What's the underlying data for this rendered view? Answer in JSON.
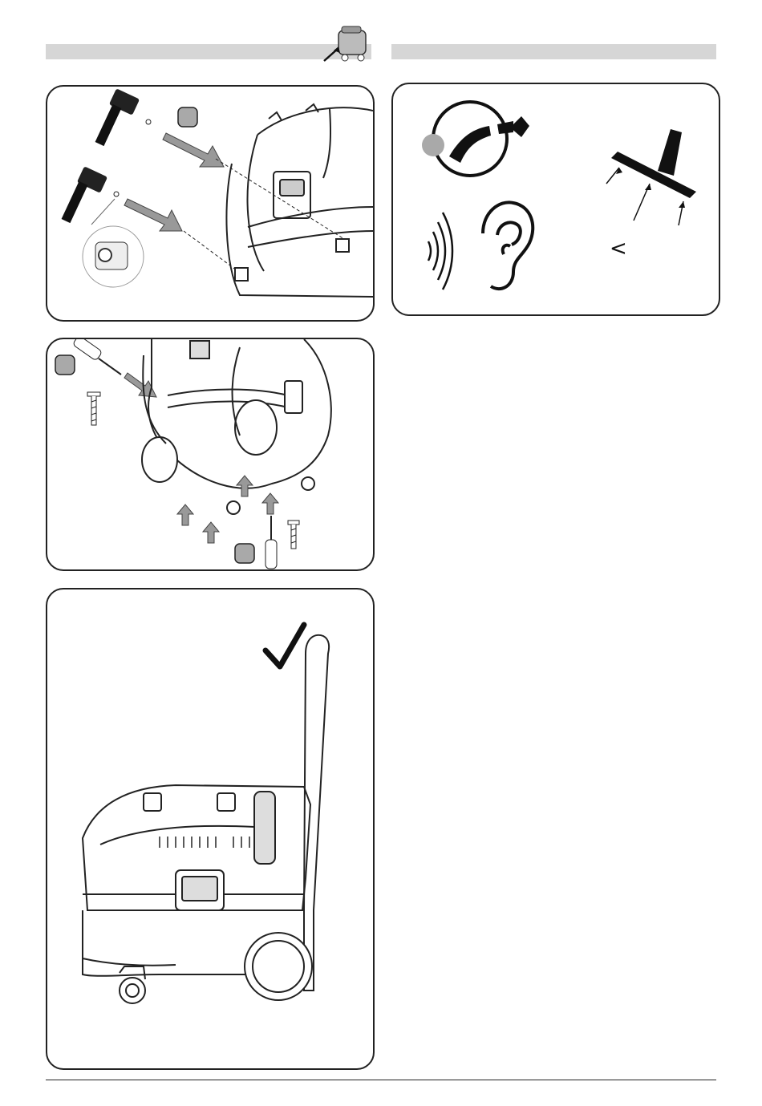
{
  "sections": {
    "left_header": "",
    "right_header": ""
  },
  "panels": [
    {
      "name": "wheel-axle-assembly-panel",
      "icons": [
        "hammer-icon",
        "hammer-icon",
        "nut-icon",
        "grey-step-marker"
      ]
    },
    {
      "name": "handle-screws-panel",
      "icons": [
        "screwdriver-icon",
        "screw-icon",
        "screw-icon",
        "screwdriver-icon",
        "grey-step-marker",
        "grey-step-marker"
      ]
    },
    {
      "name": "assembled-vacuum-panel",
      "icons": [
        "checkmark-icon",
        "vacuum-cleaner-icon"
      ]
    },
    {
      "name": "noise-floor-tool-panel",
      "icons": [
        "hose-connector-icon",
        "sound-waves-icon",
        "ear-icon",
        "floor-nozzle-icon",
        "less-than-icon"
      ]
    }
  ],
  "symbols": {
    "less_than": "<"
  },
  "colors": {
    "header_bar": "#d6d6d6",
    "step_marker": "#a9a9a9",
    "line": "#222222"
  }
}
